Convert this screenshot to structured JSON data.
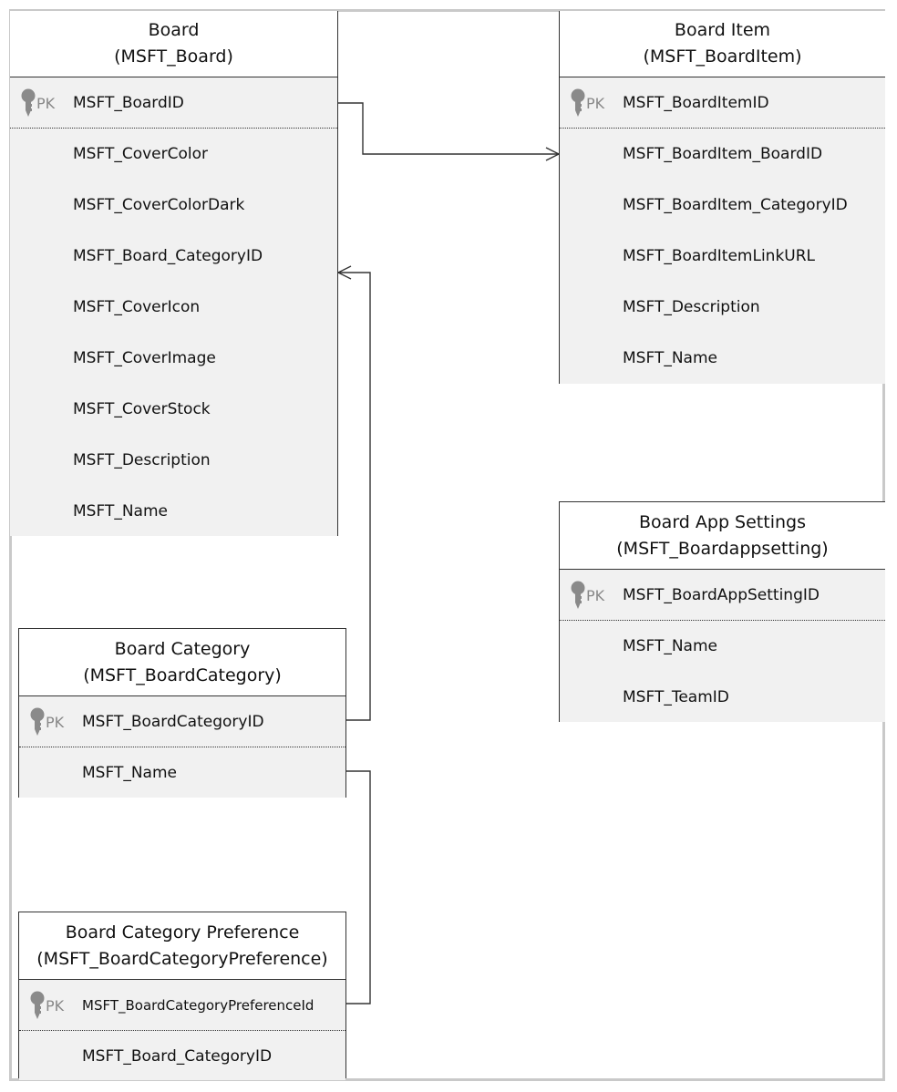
{
  "entities": {
    "board": {
      "title": "Board",
      "subtitle": "(MSFT_Board)",
      "pk_label": "PK",
      "pk_field": "MSFT_BoardID",
      "fields": [
        "MSFT_CoverColor",
        "MSFT_CoverColorDark",
        "MSFT_Board_CategoryID",
        "MSFT_CoverIcon",
        "MSFT_CoverImage",
        "MSFT_CoverStock",
        "MSFT_Description",
        "MSFT_Name"
      ]
    },
    "board_item": {
      "title": "Board Item",
      "subtitle": "(MSFT_BoardItem)",
      "pk_label": "PK",
      "pk_field": "MSFT_BoardItemID",
      "fields": [
        "MSFT_BoardItem_BoardID",
        "MSFT_BoardItem_CategoryID",
        "MSFT_BoardItemLinkURL",
        "MSFT_Description",
        "MSFT_Name"
      ]
    },
    "board_app_settings": {
      "title": "Board App Settings",
      "subtitle": "(MSFT_Boardappsetting)",
      "pk_label": "PK",
      "pk_field": "MSFT_BoardAppSettingID",
      "fields": [
        "MSFT_Name",
        "MSFT_TeamID"
      ]
    },
    "board_category": {
      "title": "Board Category",
      "subtitle": "(MSFT_BoardCategory)",
      "pk_label": "PK",
      "pk_field": "MSFT_BoardCategoryID",
      "fields": [
        "MSFT_Name"
      ]
    },
    "board_category_preference": {
      "title": "Board Category Preference",
      "subtitle": "(MSFT_BoardCategoryPreference)",
      "pk_label": "PK",
      "pk_field": "MSFT_BoardCategoryPreferenceId",
      "fields": [
        "MSFT_Board_CategoryID"
      ]
    }
  },
  "colors": {
    "line": "#333333",
    "row_bg": "#f1f1f1",
    "key_icon": "#8a8a8a",
    "frame": "#c9c9c9"
  }
}
